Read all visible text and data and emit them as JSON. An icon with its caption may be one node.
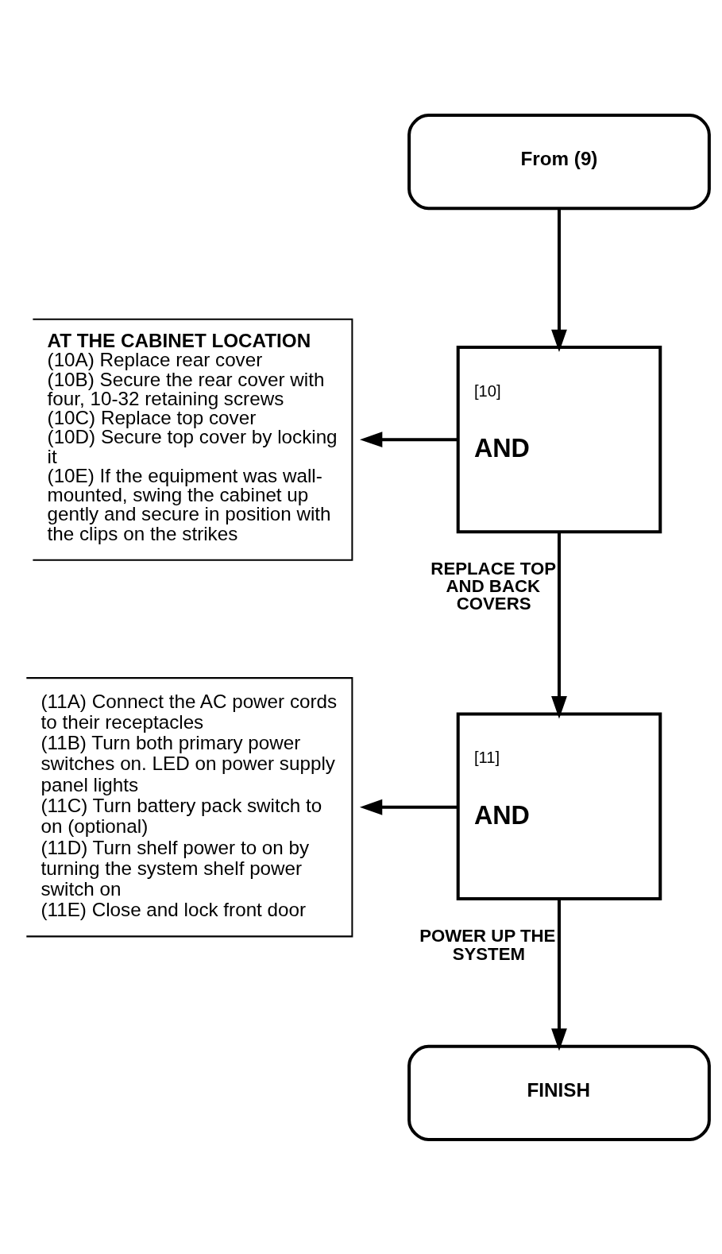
{
  "diagram": {
    "nodes": [
      {
        "text": [
          "From (9)"
        ]
      },
      {
        "text": [
          "[10]",
          "AND"
        ]
      },
      {
        "text": [
          "AT THE CABINET LOCATION",
          "(10A) Replace rear cover",
          "(10B) Secure the rear cover with four, 10-32 retaining screws",
          "(10C) Replace top cover",
          "(10D) Secure top cover by locking it",
          "(10E) If the equipment was wall-mounted, swing the cabinet up gently and secure in position with the clips on the strikes"
        ]
      },
      {
        "text": [
          "[11]",
          "AND"
        ]
      },
      {
        "text": [
          "(11A) Connect the AC power cords to their receptacles",
          "(11B) Turn both primary power switches on. LED on power supply panel lights",
          "(11C) Turn battery pack switch to on (optional)",
          "(11D) Turn shelf power to on by turning the system shelf power switch on",
          "(11E) Close and lock front door"
        ]
      },
      {
        "text": [
          "FINISH"
        ]
      }
    ],
    "edges": [
      {
        "from": 0,
        "to": 1,
        "arrow": "to"
      },
      {
        "from": 1,
        "to": 2,
        "arrow": "to"
      },
      {
        "from": 1,
        "to": 3,
        "arrow": "to",
        "label": "REPLACE TOP AND BACK COVERS"
      },
      {
        "from": 3,
        "to": 4,
        "arrow": "to"
      },
      {
        "from": 3,
        "to": 5,
        "arrow": "to",
        "label": "POWER UP THE SYSTEM"
      }
    ]
  }
}
